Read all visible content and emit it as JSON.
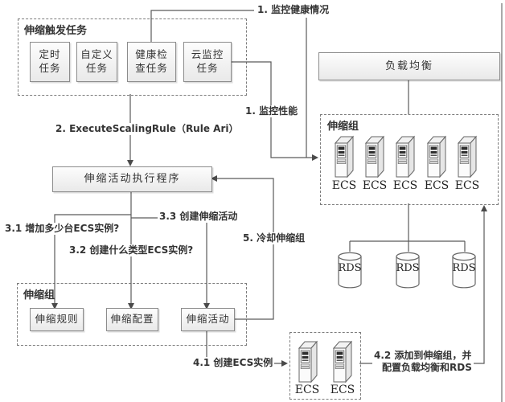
{
  "trigger_group": {
    "title": "伸缩触发任务",
    "tasks": [
      {
        "line1": "定时",
        "line2": "任务"
      },
      {
        "line1": "自定义",
        "line2": "任务"
      },
      {
        "line1": "健康检",
        "line2": "查任务"
      },
      {
        "line1": "云监控",
        "line2": "任务"
      }
    ]
  },
  "flow_labels": {
    "monitor_health": "1. 监控健康情况",
    "monitor_performance": "1. 监控性能",
    "execute_scaling_rule": "2. ExecuteScalingRule（Rule Ari）",
    "q31": "3.1 增加多少台ECS实例?",
    "q32": "3.2 创建什么类型ECS实例?",
    "step33": "3.3 创建伸缩活动",
    "step41": "4.1 创建ECS实例",
    "step42_line1": "4.2 添加到伸缩组，并",
    "step42_line2": "配置负载均衡和RDS",
    "step5": "5. 冷却伸缩组"
  },
  "executor": {
    "label": "伸缩活动执行程序"
  },
  "load_balancer": {
    "label": "负载均衡"
  },
  "scaling_group_left": {
    "title": "伸缩组",
    "items": [
      {
        "label": "伸缩规则"
      },
      {
        "label": "伸缩配置"
      },
      {
        "label": "伸缩活动"
      }
    ]
  },
  "scaling_group_right": {
    "title": "伸缩组",
    "ecs_label": "ECS",
    "ecs_count": 5
  },
  "rds": {
    "label": "RDS",
    "count": 3
  },
  "new_instances_group": {
    "ecs_label": "ECS",
    "ecs_count": 2
  },
  "colors": {
    "line": "#5a5a5a",
    "arrow": "#4a4a4a",
    "dashed_border": "#7d7d7d"
  }
}
